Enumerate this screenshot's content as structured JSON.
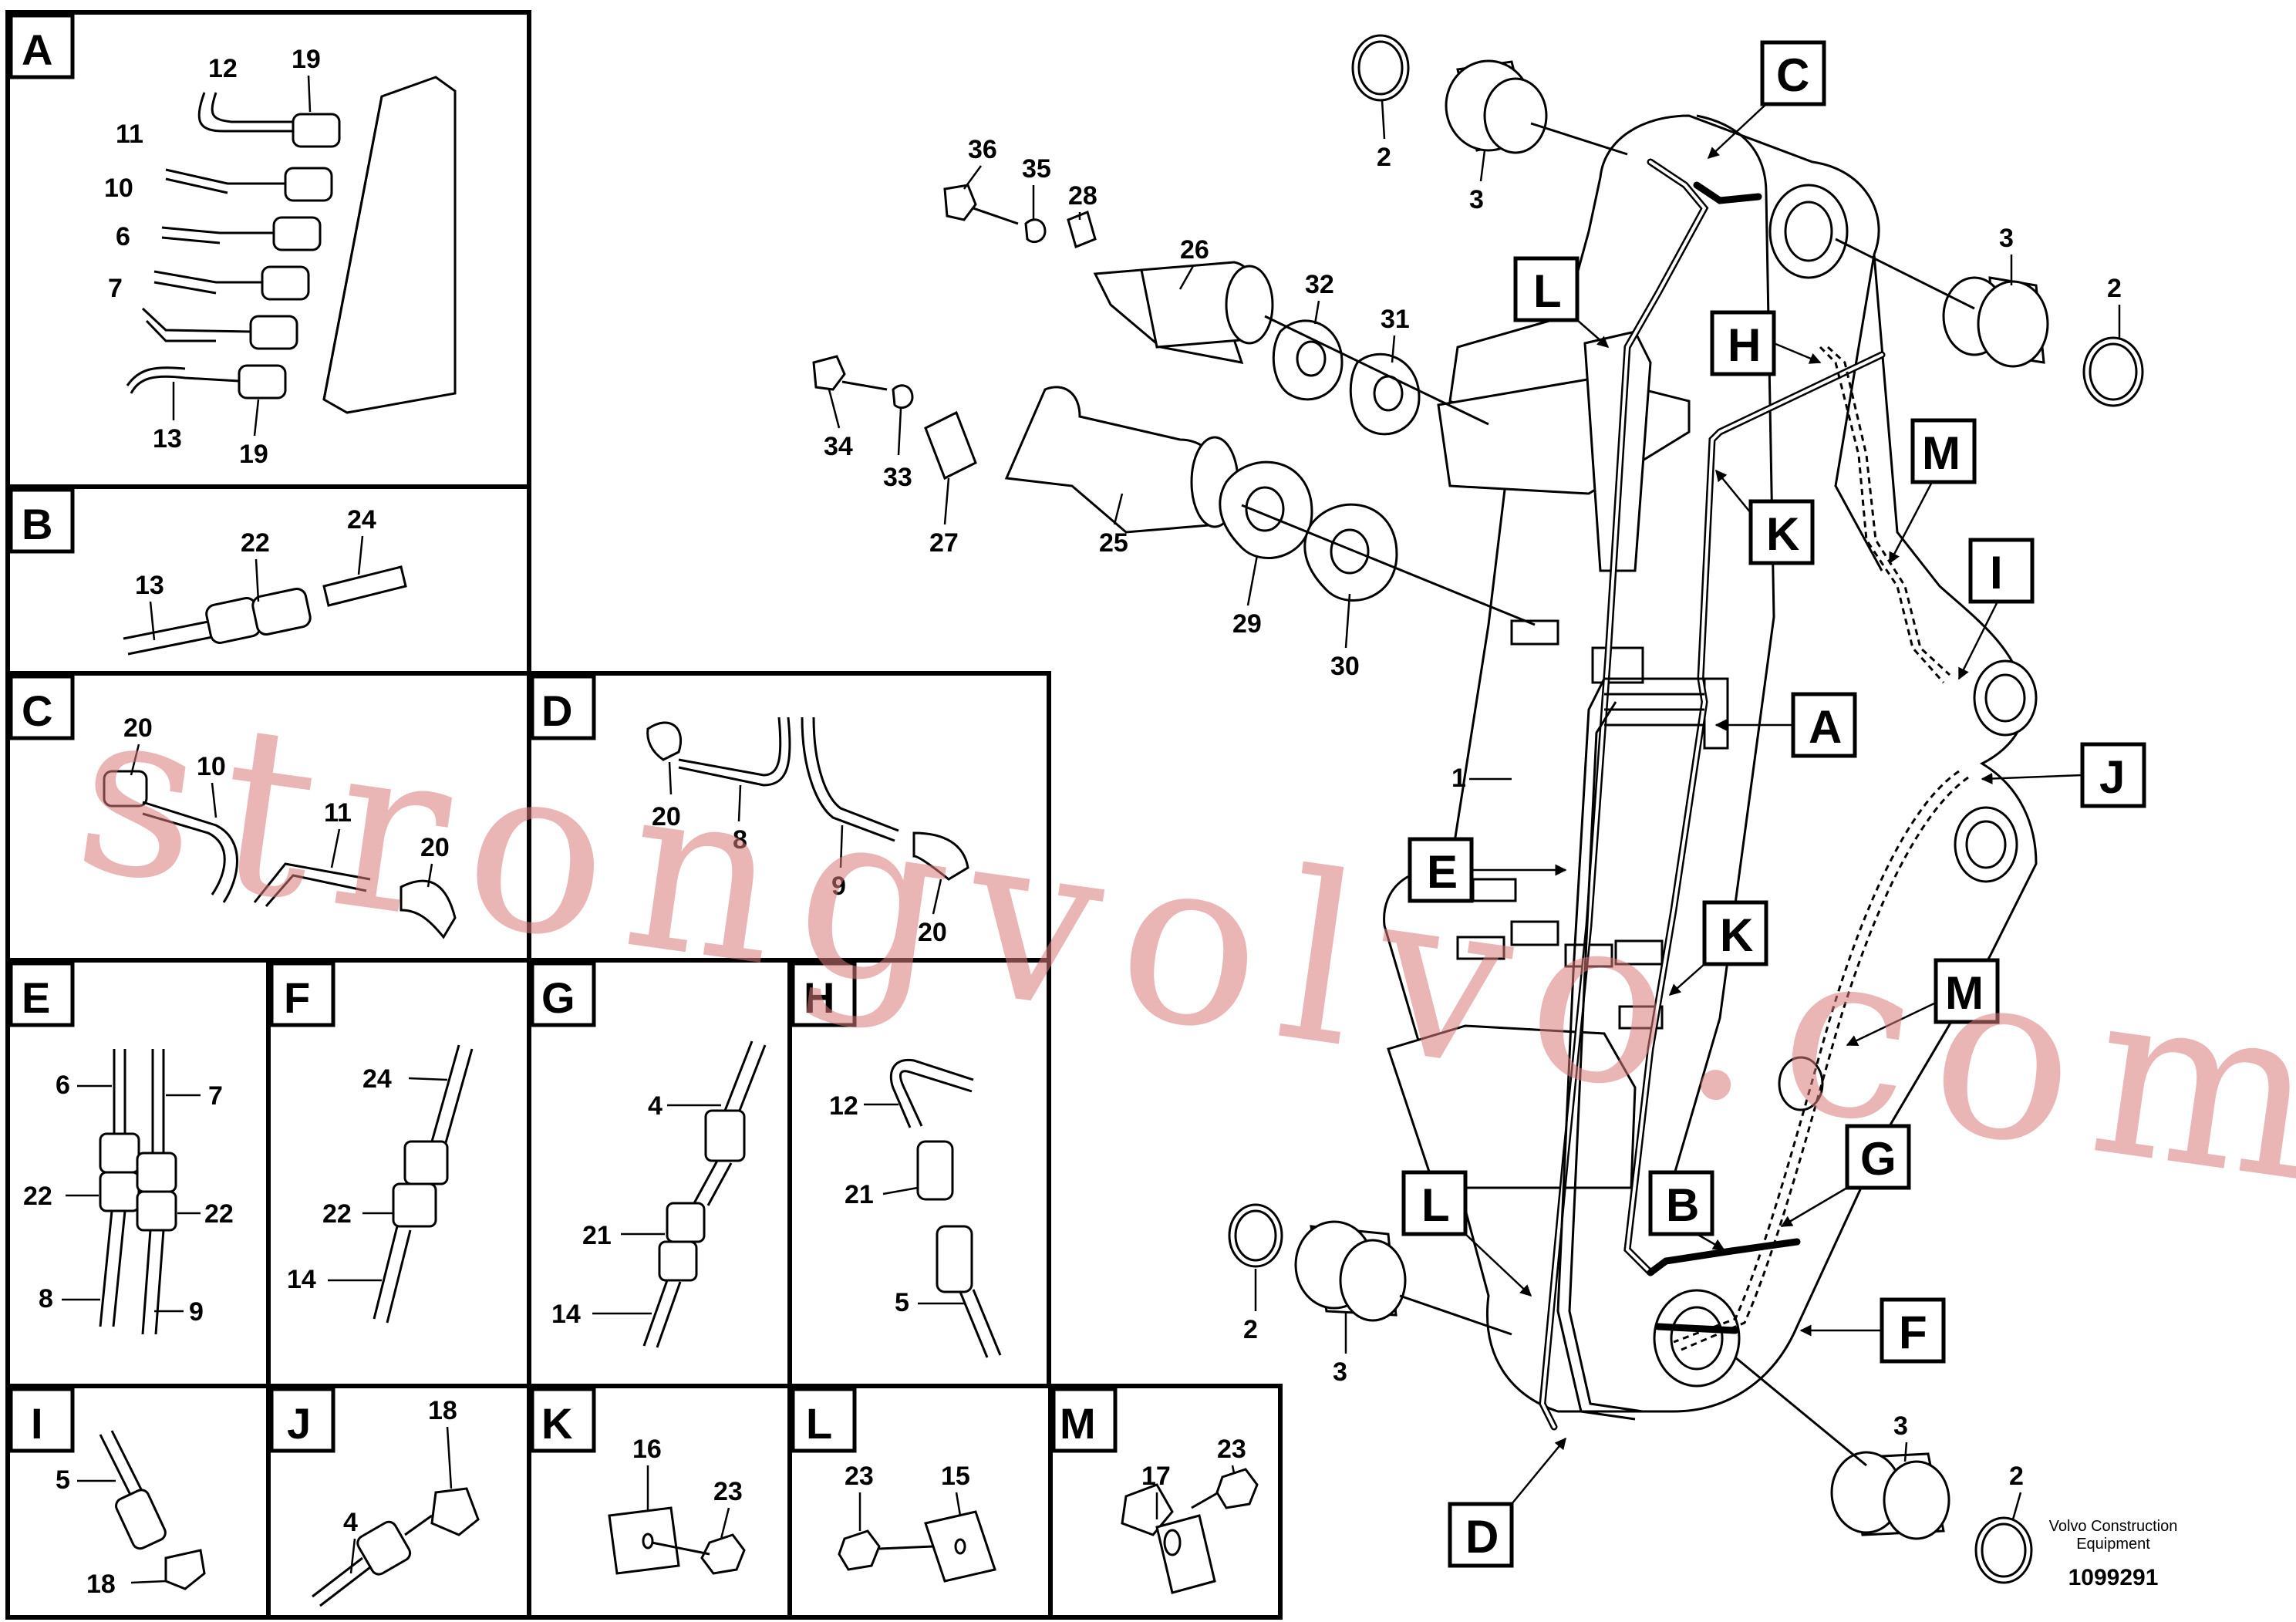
{
  "watermark": "strongvolvo.com",
  "publisher": {
    "line1": "Volvo Construction",
    "line2": "Equipment"
  },
  "document_number": "1099291",
  "detail_boxes": {
    "A": {
      "letter": "A",
      "labels": {
        "n12": "12",
        "n19a": "19",
        "n11": "11",
        "n10": "10",
        "n6": "6",
        "n7": "7",
        "n13": "13",
        "n19b": "19"
      }
    },
    "B": {
      "letter": "B",
      "labels": {
        "n13": "13",
        "n22": "22",
        "n24": "24"
      }
    },
    "C": {
      "letter": "C",
      "labels": {
        "n20a": "20",
        "n10": "10",
        "n11": "11",
        "n20b": "20"
      }
    },
    "D": {
      "letter": "D",
      "labels": {
        "n20a": "20",
        "n8": "8",
        "n9": "9",
        "n20b": "20"
      }
    },
    "E": {
      "letter": "E",
      "labels": {
        "n6": "6",
        "n7": "7",
        "n22a": "22",
        "n22b": "22",
        "n8": "8",
        "n9": "9"
      }
    },
    "F": {
      "letter": "F",
      "labels": {
        "n24": "24",
        "n22": "22",
        "n14": "14"
      }
    },
    "G": {
      "letter": "G",
      "labels": {
        "n4": "4",
        "n21": "21",
        "n14": "14"
      }
    },
    "H": {
      "letter": "H",
      "labels": {
        "n12": "12",
        "n21": "21",
        "n5": "5"
      }
    },
    "I": {
      "letter": "I",
      "labels": {
        "n5": "5",
        "n18": "18"
      }
    },
    "J": {
      "letter": "J",
      "labels": {
        "n18": "18",
        "n4": "4"
      }
    },
    "K": {
      "letter": "K",
      "labels": {
        "n16": "16",
        "n23": "23"
      }
    },
    "L": {
      "letter": "L",
      "labels": {
        "n23": "23",
        "n15": "15"
      }
    },
    "M": {
      "letter": "M",
      "labels": {
        "n17": "17",
        "n23": "23"
      }
    }
  },
  "main_labels": {
    "n36": "36",
    "n35": "35",
    "n28": "28",
    "n26": "26",
    "n32": "32",
    "n31": "31",
    "n34": "34",
    "n33": "33",
    "n27": "27",
    "n25": "25",
    "n29": "29",
    "n30": "30",
    "n2_tl": "2",
    "n3_tl": "3",
    "n3_tr": "3",
    "n2_tr": "2",
    "n1": "1",
    "n2_bl": "2",
    "n3_bl": "3",
    "n3_br": "3",
    "n2_br": "2"
  },
  "callouts": {
    "C": "C",
    "L_top": "L",
    "H": "H",
    "M_top": "M",
    "K_top": "K",
    "I": "I",
    "A": "A",
    "J": "J",
    "E": "E",
    "K_mid": "K",
    "M_mid": "M",
    "G": "G",
    "L_bot": "L",
    "B": "B",
    "F": "F",
    "D": "D"
  }
}
